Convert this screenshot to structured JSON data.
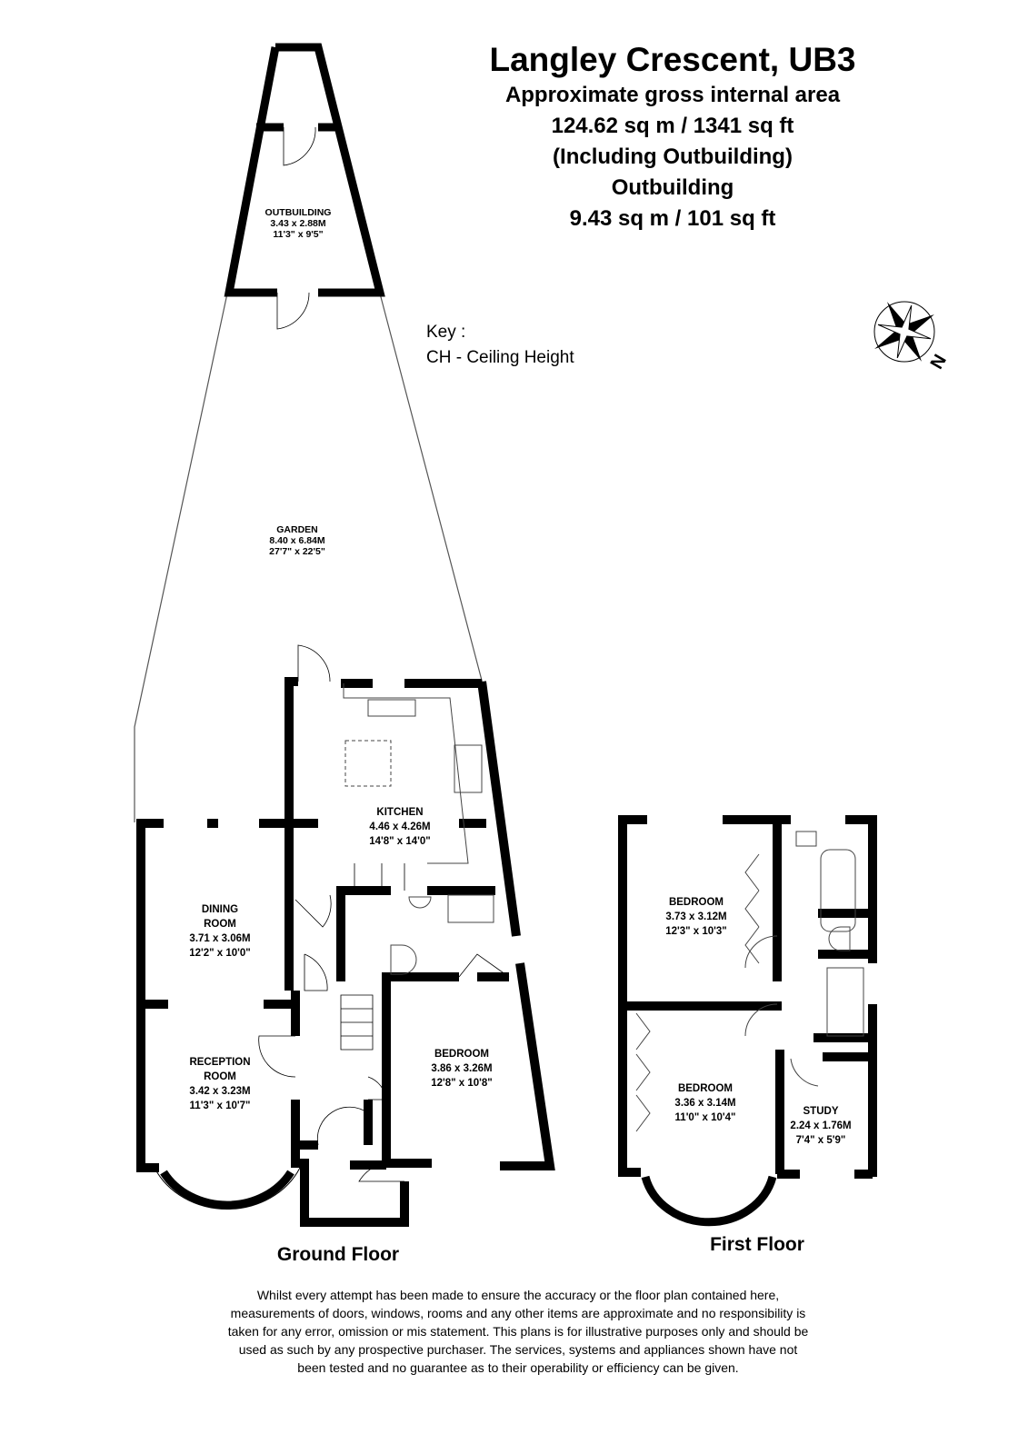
{
  "header": {
    "address": "Langley Crescent, UB3",
    "area_label": "Approximate gross internal area",
    "total_area": "124.62 sq m / 1341 sq ft",
    "including": "(Including Outbuilding)",
    "outbuilding_label": "Outbuilding",
    "outbuilding_area": "9.43 sq m / 101 sq ft"
  },
  "key": {
    "title": "Key :",
    "items": [
      "CH - Ceiling Height"
    ]
  },
  "compass": {
    "label": "N",
    "icon": "compass-rose-icon"
  },
  "rooms": {
    "outbuilding": {
      "name": "OUTBUILDING",
      "metric": "3.43 x 2.88M",
      "imperial": "11'3\" x 9'5\""
    },
    "garden": {
      "name": "GARDEN",
      "metric": "8.40 x 6.84M",
      "imperial": "27'7\" x 22'5\""
    },
    "kitchen": {
      "name": "KITCHEN",
      "metric": "4.46 x 4.26M",
      "imperial": "14'8\" x 14'0\""
    },
    "dining": {
      "name": "DINING",
      "name2": "ROOM",
      "metric": "3.71 x 3.06M",
      "imperial": "12'2\" x 10'0\""
    },
    "reception": {
      "name": "RECEPTION",
      "name2": "ROOM",
      "metric": "3.42 x 3.23M",
      "imperial": "11'3\" x 10'7\""
    },
    "gf_bedroom": {
      "name": "BEDROOM",
      "metric": "3.86 x 3.26M",
      "imperial": "12'8\" x 10'8\""
    },
    "ff_bedroom1": {
      "name": "BEDROOM",
      "metric": "3.73 x 3.12M",
      "imperial": "12'3\" x 10'3\""
    },
    "ff_bedroom2": {
      "name": "BEDROOM",
      "metric": "3.36 x 3.14M",
      "imperial": "11'0\" x 10'4\""
    },
    "study": {
      "name": "STUDY",
      "metric": "2.24 x 1.76M",
      "imperial": "7'4\" x 5'9\""
    }
  },
  "floors": {
    "ground": "Ground Floor",
    "first": "First Floor"
  },
  "disclaimer": "Whilst every attempt has been made to ensure the accuracy or the floor plan contained here, measurements of doors, windows, rooms and any other items are approximate and no responsibility is taken for any error, omission or mis statement. This plans is for illustrative purposes only and should be used as such by any prospective purchaser. The services, systems and appliances shown have not been tested and no guarantee as to their operability or efficiency can be given."
}
